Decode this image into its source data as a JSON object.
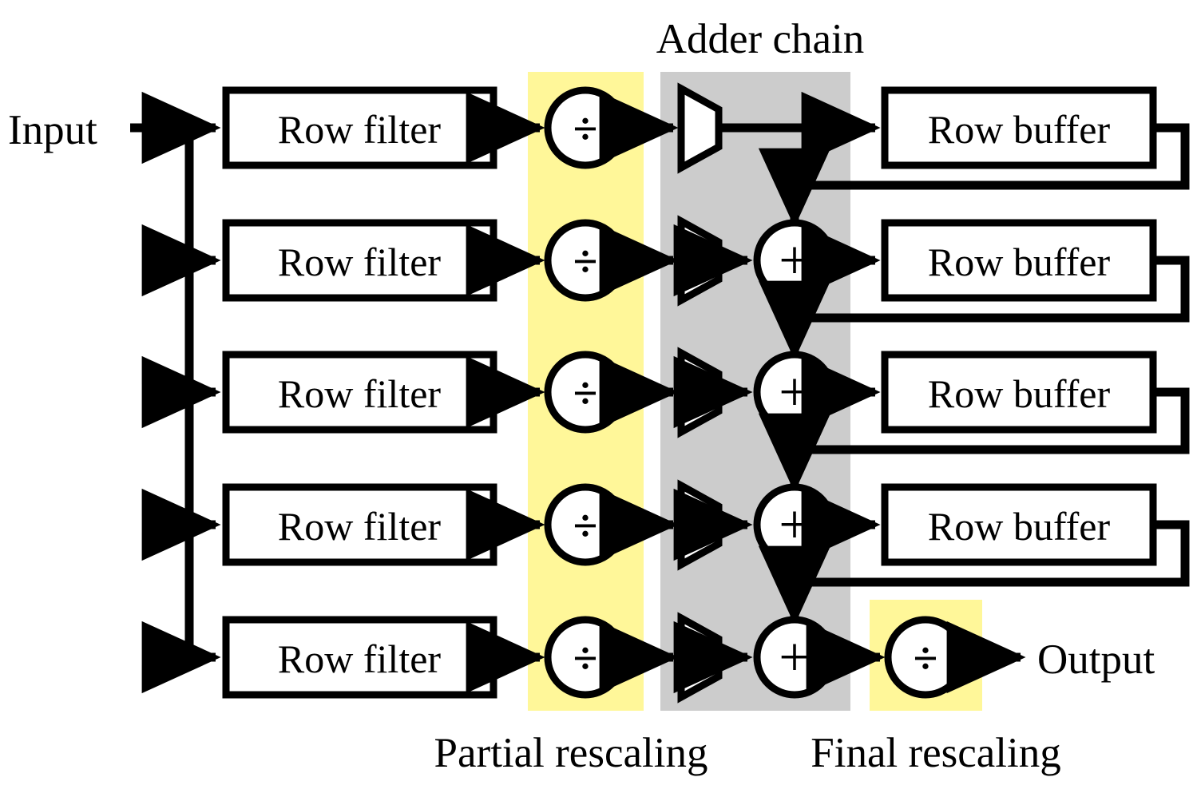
{
  "diagram": {
    "title_top": "Adder chain",
    "labels": {
      "input": "Input",
      "output": "Output",
      "partial_rescaling": "Partial rescaling",
      "final_rescaling": "Final rescaling"
    },
    "colors": {
      "partial_band": "#FFF799",
      "adder_band": "#CCCCCC",
      "final_band": "#FFF799",
      "stroke": "#000000",
      "fill": "#FFFFFF"
    },
    "rows": [
      {
        "filter": "Row filter",
        "divider": "÷",
        "buffer": "Row buffer",
        "has_adder": false,
        "adder": ""
      },
      {
        "filter": "Row filter",
        "divider": "÷",
        "buffer": "Row buffer",
        "has_adder": true,
        "adder": "+"
      },
      {
        "filter": "Row filter",
        "divider": "÷",
        "buffer": "Row buffer",
        "has_adder": true,
        "adder": "+"
      },
      {
        "filter": "Row filter",
        "divider": "÷",
        "buffer": "Row buffer",
        "has_adder": true,
        "adder": "+"
      },
      {
        "filter": "Row filter",
        "divider": "÷",
        "buffer": "",
        "has_adder": true,
        "adder": "+"
      }
    ],
    "final_divider": "÷",
    "row_count": 5,
    "icons": {
      "divider": "divide-icon",
      "adder": "plus-icon",
      "driver": "buffer-triangle-icon",
      "arrow": "arrowhead-icon",
      "junction": "junction-dot-icon"
    }
  }
}
